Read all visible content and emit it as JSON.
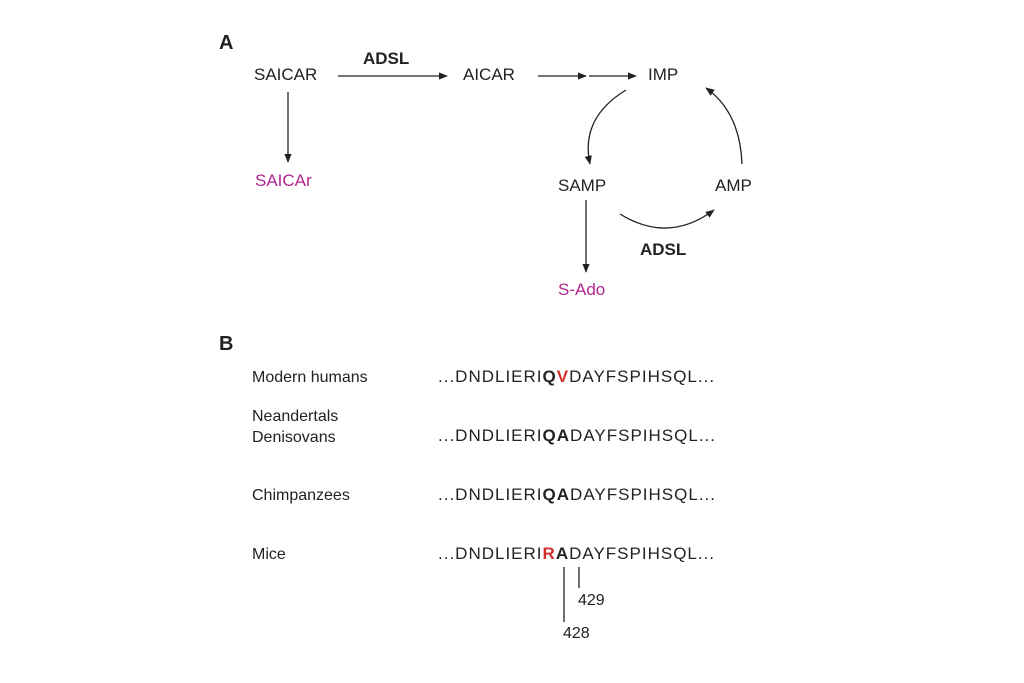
{
  "panels": {
    "a": "A",
    "b": "B"
  },
  "pathway": {
    "nodes": {
      "saicar": "SAICAR",
      "aicar": "AICAR",
      "imp": "IMP",
      "samp": "SAMP",
      "amp": "AMP",
      "saicar_r": "SAICAr",
      "s_ado": "S-Ado"
    },
    "enzymes": {
      "top": "ADSL",
      "bottom": "ADSL"
    },
    "colors": {
      "product": "#b0268e",
      "text": "#222222"
    }
  },
  "alignment": {
    "rows": [
      {
        "species": [
          "Modern humans"
        ],
        "prefix": "...DNDLIERI",
        "res428": "Q",
        "res429": "V",
        "suffix": "DAYFSPIHSQL...",
        "mut428": false,
        "mut429": true
      },
      {
        "species": [
          "Neandertals",
          "Denisovans"
        ],
        "prefix": "...DNDLIERI",
        "res428": "Q",
        "res429": "A",
        "suffix": "DAYFSPIHSQL...",
        "mut428": false,
        "mut429": false
      },
      {
        "species": [
          "Chimpanzees"
        ],
        "prefix": "...DNDLIERI",
        "res428": "Q",
        "res429": "A",
        "suffix": "DAYFSPIHSQL...",
        "mut428": false,
        "mut429": false
      },
      {
        "species": [
          "Mice"
        ],
        "prefix": "...DNDLIERI",
        "res428": "R",
        "res429": "A",
        "suffix": "DAYFSPIHSQL...",
        "mut428": true,
        "mut429": false
      }
    ],
    "positions": {
      "p428": "428",
      "p429": "429"
    },
    "colors": {
      "mutation": "#d32f2f"
    }
  }
}
